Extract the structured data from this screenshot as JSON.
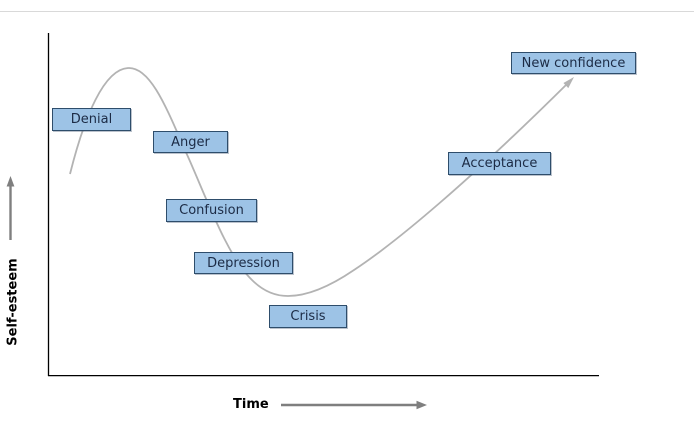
{
  "theme": {
    "bg": "#ffffff",
    "top-rule": "#d9d9d9",
    "axis": "#000000",
    "curve": "#b3b3b3",
    "arrow": "#7f7f7f",
    "box-fill": "#9dc3e6",
    "box-border": "#2e4d6b",
    "box-text": "#1c2b45",
    "label-text": "#000000"
  },
  "chart_data": {
    "type": "line",
    "title": "",
    "xlabel": "Time",
    "ylabel": "Self-esteem",
    "legend": false,
    "grid": false,
    "axes": "unlabeled conceptual axes with arrowheads; no ticks, no numeric scale",
    "stages": [
      {
        "label": "Denial",
        "time": 0.08,
        "self_esteem": 0.75
      },
      {
        "label": "Anger",
        "time": 0.26,
        "self_esteem": 0.68
      },
      {
        "label": "Confusion",
        "time": 0.3,
        "self_esteem": 0.48
      },
      {
        "label": "Depression",
        "time": 0.36,
        "self_esteem": 0.33
      },
      {
        "label": "Crisis",
        "time": 0.47,
        "self_esteem": 0.17
      },
      {
        "label": "Acceptance",
        "time": 0.82,
        "self_esteem": 0.62
      },
      {
        "label": "New confidence",
        "time": 0.95,
        "self_esteem": 0.91
      }
    ],
    "curve_points": [
      {
        "time": 0.04,
        "self_esteem": 0.59
      },
      {
        "time": 0.15,
        "self_esteem": 0.9
      },
      {
        "time": 0.26,
        "self_esteem": 0.63
      },
      {
        "time": 0.29,
        "self_esteem": 0.48
      },
      {
        "time": 0.37,
        "self_esteem": 0.28
      },
      {
        "time": 0.44,
        "self_esteem": 0.23
      },
      {
        "time": 0.56,
        "self_esteem": 0.31
      },
      {
        "time": 0.77,
        "self_esteem": 0.58
      },
      {
        "time": 0.95,
        "self_esteem": 0.87
      }
    ]
  }
}
